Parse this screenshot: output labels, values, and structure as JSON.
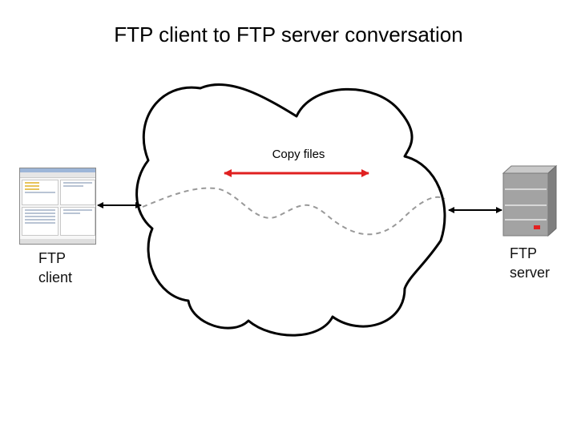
{
  "title": "FTP client to FTP server conversation",
  "client": {
    "label_line1": "FTP",
    "label_line2": "client"
  },
  "server": {
    "label_line1": "FTP",
    "label_line2": "server"
  },
  "copy_label": "Copy files",
  "colors": {
    "arrow": "#e02020",
    "cloud_stroke": "#000000",
    "wave": "#999999",
    "server_body": "#9a9a9a",
    "server_led": "#e32020"
  }
}
